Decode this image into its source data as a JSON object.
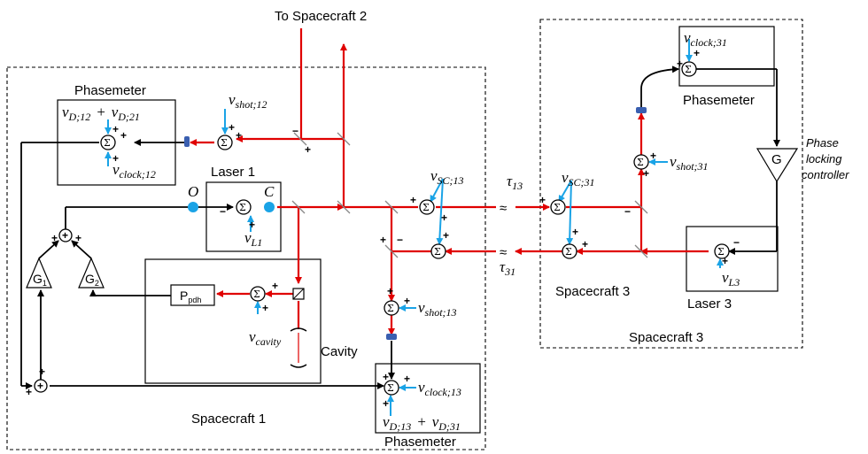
{
  "title_top": "To Spacecraft 2",
  "sc1": {
    "label": "Spacecraft 1",
    "phasemeter_top": "Phasemeter",
    "phasemeter_bottom": "Phasemeter",
    "laser": "Laser 1",
    "cavity": "Cavity",
    "node_O": "O",
    "node_C": "C",
    "pdh": "P",
    "pdh_sub": "pdh",
    "g1": "G",
    "g1_sub": "1",
    "g2": "G",
    "g2_sub": "2",
    "nu_D12": "ν",
    "nu_D12_sub": "D;12",
    "plus": "+",
    "nu_D21_sub": "D;21",
    "nu_clock12_sub": "clock;12",
    "nu_shot12_sub": "shot;12",
    "nu_L1_sub": "L1",
    "nu_cavity_sub": "cavity",
    "nu_SC13_sub": "SC;13",
    "nu_shot13_sub": "shot;13",
    "nu_clock13_sub": "clock;13",
    "nu_D13_sub": "D;13",
    "nu_D31_sub": "D;31"
  },
  "link": {
    "tau13": "τ",
    "tau13_sub": "13",
    "tau31": "τ",
    "tau31_sub": "31"
  },
  "sc3": {
    "label_inner": "Spacecraft 3",
    "label_outer": "Spacecraft 3",
    "phasemeter": "Phasemeter",
    "laser": "Laser 3",
    "gain": "G",
    "controller": [
      "Phase",
      "locking",
      "controller"
    ],
    "nu_clock31_sub": "clock;31",
    "nu_shot31_sub": "shot;31",
    "nu_SC31_sub": "SC;31",
    "nu_L3_sub": "L3"
  },
  "symbols": {
    "sigma": "Σ",
    "plus": "+",
    "minus": "−",
    "nu": "ν"
  },
  "colors": {
    "beam": "#e00000",
    "noise": "#1aa3e6",
    "signal": "#000000",
    "node": "#1aa3e6",
    "detector": "#3a5fb0"
  }
}
